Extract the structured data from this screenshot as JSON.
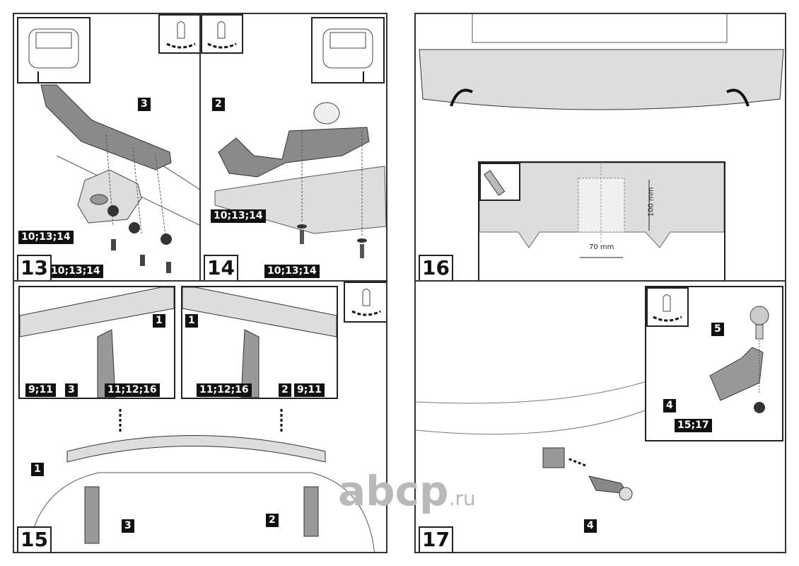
{
  "document": {
    "title": "Tow bar installation instructions (steps 13–17)",
    "watermark": {
      "main": "abcp",
      "suffix": ".ru"
    }
  },
  "steps": [
    {
      "number": "13",
      "part_labels": [
        "3"
      ],
      "fastener_labels": [
        "10;13;14",
        "10;13;14"
      ],
      "icons": [
        "car-rear-view-icon",
        "torque-wrench-icon"
      ]
    },
    {
      "number": "14",
      "part_labels": [
        "2"
      ],
      "fastener_labels": [
        "10;13;14",
        "10;13;14"
      ],
      "icons": [
        "car-rear-view-icon",
        "torque-wrench-icon"
      ]
    },
    {
      "number": "15",
      "part_labels": [
        "1",
        "1",
        "1",
        "3",
        "3",
        "2",
        "2"
      ],
      "fastener_labels": [
        "9;11",
        "11;12;16",
        "11;12;16",
        "9;11"
      ],
      "icons": [
        "torque-wrench-icon"
      ]
    },
    {
      "number": "16",
      "dimensions": {
        "width": "70 mm",
        "height": "100 mm"
      },
      "icons": [
        "utility-knife-icon"
      ]
    },
    {
      "number": "17",
      "part_labels": [
        "5",
        "4",
        "4"
      ],
      "fastener_labels": [
        "15;17"
      ],
      "icons": [
        "torque-wrench-icon"
      ]
    }
  ]
}
